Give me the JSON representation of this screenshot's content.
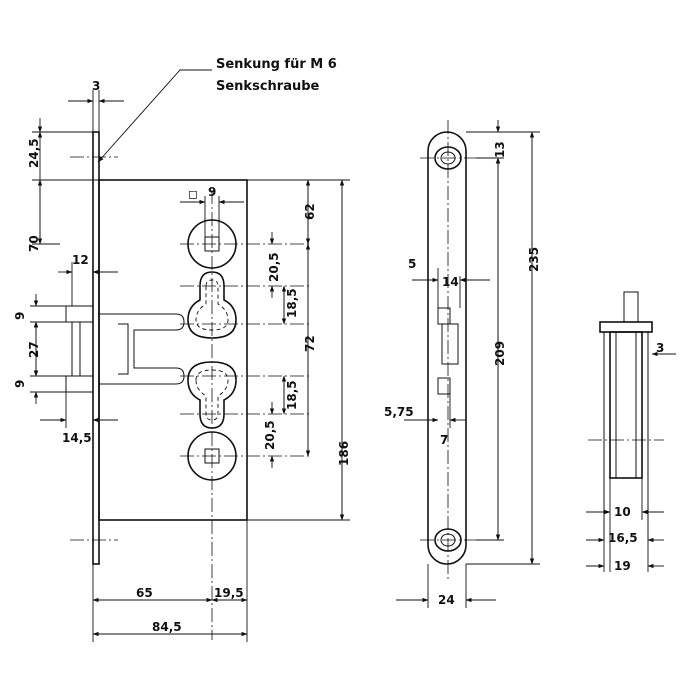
{
  "note": {
    "line1": "Senkung für M 6",
    "line2": "Senkschraube"
  },
  "front_view": {
    "dims": {
      "faceplate_thickness": "3",
      "top_to_screw": "24,5",
      "top_to_follower": "70",
      "latch_width": "12",
      "latch_gap_top": "9",
      "latch_height": "27",
      "latch_gap_bottom": "9",
      "latch_projection": "14,5",
      "follower_diameter": "9",
      "square_symbol": "◻",
      "follower_to_top": "62",
      "follower_to_cyl": "20,5",
      "cyl_length_1": "18,5",
      "center_distance": "72",
      "cyl_length_2": "18,5",
      "cyl_to_lower": "20,5",
      "case_height": "186",
      "backset": "65",
      "half_case": "19,5",
      "case_depth": "84,5"
    }
  },
  "faceplate_view": {
    "dims": {
      "offset_5": "5",
      "latch_14": "14",
      "hole_to_top": "13",
      "hole_spacing": "209",
      "total_length": "235",
      "offset_575": "5,75",
      "offset_7": "7",
      "width": "24"
    }
  },
  "side_view": {
    "dims": {
      "thickness_3": "3",
      "width_10": "10",
      "width_165": "16,5",
      "width_19": "19"
    }
  }
}
